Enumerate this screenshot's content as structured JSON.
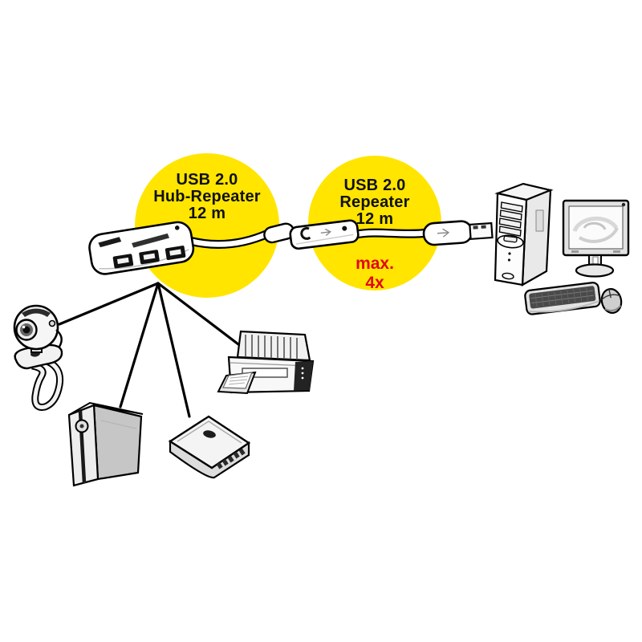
{
  "colors": {
    "background": "#ffffff",
    "bubble_yellow": "#FFE500",
    "note_red": "#E30613",
    "text_black": "#111111",
    "line_black": "#000000"
  },
  "bubbles": {
    "hub": {
      "line1": "USB 2.0",
      "line2": "Hub-Repeater",
      "line3": "12 m"
    },
    "repeater": {
      "line1": "USB 2.0",
      "line2": "Repeater",
      "line3": "12 m",
      "note_line1": "max.",
      "note_line2": "4x"
    }
  },
  "devices": {
    "hub": "usb-hub-device",
    "repeater_unit": "usb-repeater-inline-unit",
    "cable": "usb-extension-cable",
    "plug": "usb-a-connector",
    "webcam": "webcam",
    "hard_drive": "external-hard-drive",
    "scanner": "flatbed-scanner",
    "printer": "inkjet-printer",
    "pc_tower": "desktop-tower",
    "monitor": "lcd-monitor",
    "keyboard": "keyboard",
    "mouse": "mouse"
  }
}
